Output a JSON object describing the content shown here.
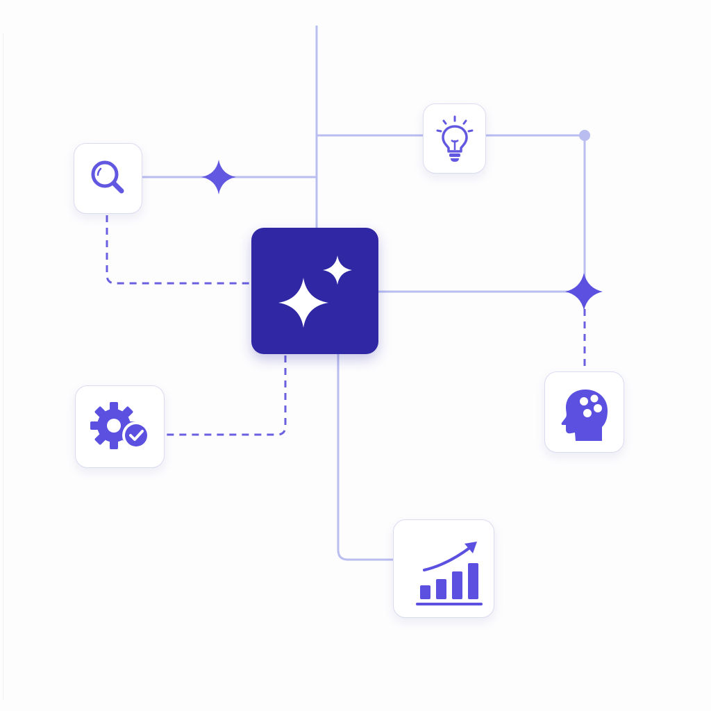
{
  "diagram": {
    "colors": {
      "accent": "#6257e0",
      "hub": "#2f27a3",
      "connector": "#b9bdf0",
      "dashed_connector": "#6a5fe0",
      "node_border": "#d9dbf0",
      "background": "#fdfdfe"
    },
    "hub": {
      "icon": "sparkles-icon"
    },
    "nodes": [
      {
        "id": "search",
        "icon": "magnifying-glass-icon"
      },
      {
        "id": "idea",
        "icon": "lightbulb-icon"
      },
      {
        "id": "process-check",
        "icon": "gear-check-icon"
      },
      {
        "id": "mind",
        "icon": "brain-head-icon"
      },
      {
        "id": "growth",
        "icon": "bar-chart-growth-icon"
      }
    ],
    "connector_markers": [
      "four-point-star-icon",
      "four-point-star-icon",
      "junction-dot-icon"
    ]
  }
}
